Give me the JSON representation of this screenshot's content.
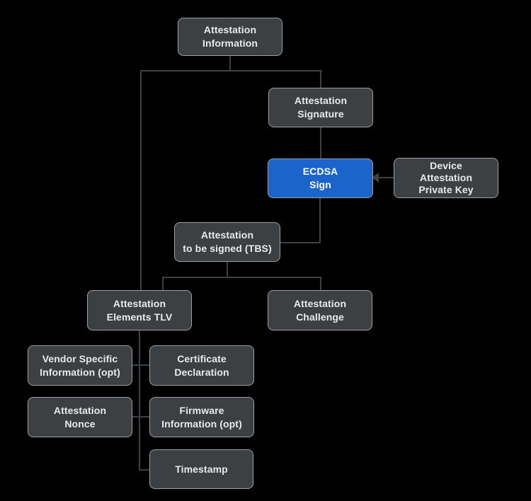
{
  "diagram": {
    "type": "flowchart",
    "background": "#000000",
    "colors": {
      "node_fill": "#3c4043",
      "node_border": "#9aa0a6",
      "node_text": "#e8eaed",
      "accent_fill": "#1b64cc",
      "accent_text": "#ffffff",
      "connector": "#3c4043"
    },
    "nodes": {
      "attestation_information": {
        "label": "Attestation\nInformation"
      },
      "attestation_signature": {
        "label": "Attestation\nSignature"
      },
      "ecdsa_sign": {
        "label": "ECDSA\nSign",
        "accent": true
      },
      "device_attestation_private_key": {
        "label": "Device\nAttestation\nPrivate Key"
      },
      "attestation_tbs": {
        "label": "Attestation\nto be signed (TBS)"
      },
      "attestation_elements_tlv": {
        "label": "Attestation\nElements TLV"
      },
      "attestation_challenge": {
        "label": "Attestation\nChallenge"
      },
      "vendor_specific_information": {
        "label": "Vendor Specific\nInformation (opt)"
      },
      "certificate_declaration": {
        "label": "Certificate\nDeclaration"
      },
      "attestation_nonce": {
        "label": "Attestation\nNonce"
      },
      "firmware_information": {
        "label": "Firmware\nInformation (opt)"
      },
      "timestamp": {
        "label": "Timestamp"
      }
    },
    "edges": [
      {
        "from": "attestation_information",
        "to": "attestation_signature",
        "arrow": false
      },
      {
        "from": "attestation_information",
        "to": "attestation_elements_tlv",
        "arrow": false
      },
      {
        "from": "attestation_signature",
        "to": "ecdsa_sign",
        "arrow": false
      },
      {
        "from": "device_attestation_private_key",
        "to": "ecdsa_sign",
        "arrow": true
      },
      {
        "from": "ecdsa_sign",
        "to": "attestation_tbs",
        "arrow": false
      },
      {
        "from": "attestation_tbs",
        "to": "attestation_elements_tlv",
        "arrow": false
      },
      {
        "from": "attestation_tbs",
        "to": "attestation_challenge",
        "arrow": false
      },
      {
        "from": "attestation_elements_tlv",
        "to": "vendor_specific_information",
        "arrow": false
      },
      {
        "from": "attestation_elements_tlv",
        "to": "certificate_declaration",
        "arrow": false
      },
      {
        "from": "attestation_elements_tlv",
        "to": "attestation_nonce",
        "arrow": false
      },
      {
        "from": "attestation_elements_tlv",
        "to": "firmware_information",
        "arrow": false
      },
      {
        "from": "attestation_elements_tlv",
        "to": "timestamp",
        "arrow": false
      }
    ]
  }
}
